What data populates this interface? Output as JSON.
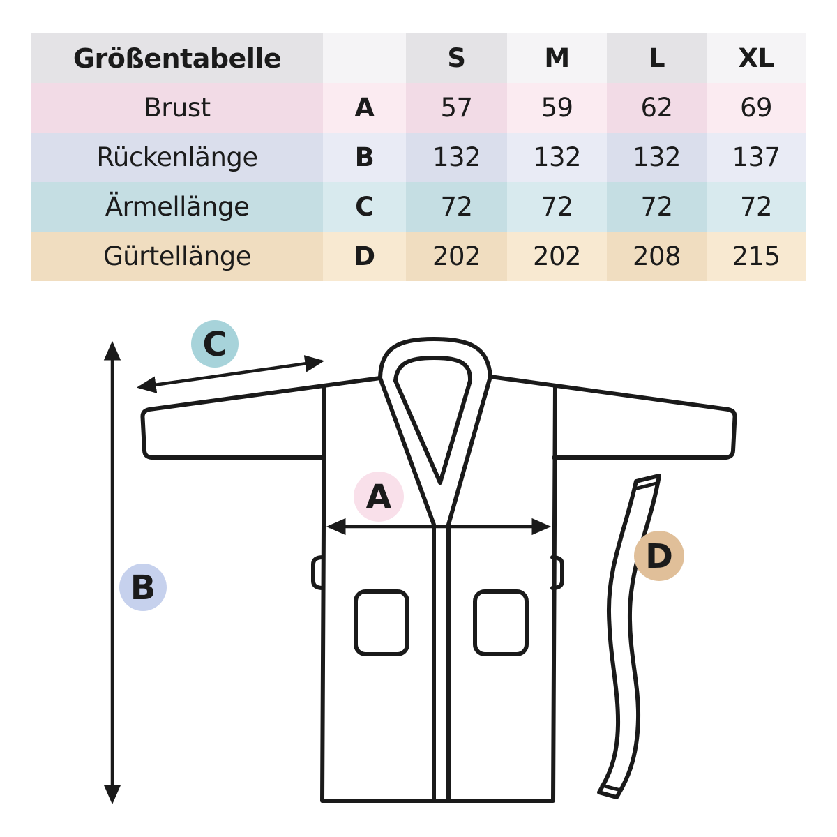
{
  "table": {
    "title": "Größentabelle",
    "sizes": [
      "S",
      "M",
      "L",
      "XL"
    ],
    "header_color_dark": "#e4e3e6",
    "header_color_light": "#f5f4f6",
    "rows": [
      {
        "label": "Brust",
        "letter": "A",
        "values": [
          "57",
          "59",
          "62",
          "69"
        ],
        "color_dark": "#f2dbe6",
        "color_light": "#fbebf1"
      },
      {
        "label": "Rückenlänge",
        "letter": "B",
        "values": [
          "132",
          "132",
          "132",
          "137"
        ],
        "color_dark": "#dadeec",
        "color_light": "#e9ebf5"
      },
      {
        "label": "Ärmellänge",
        "letter": "C",
        "values": [
          "72",
          "72",
          "72",
          "72"
        ],
        "color_dark": "#c5dee3",
        "color_light": "#d8eaee"
      },
      {
        "label": "Gürtellänge",
        "letter": "D",
        "values": [
          "202",
          "202",
          "208",
          "215"
        ],
        "color_dark": "#f0ddc0",
        "color_light": "#f8e9d1"
      }
    ]
  },
  "diagram": {
    "line_color": "#1a1a1a",
    "labels": {
      "A": {
        "text": "A",
        "color": "#f9e0ea"
      },
      "B": {
        "text": "B",
        "color": "#c6d1ed"
      },
      "C": {
        "text": "C",
        "color": "#a7d3da"
      },
      "D": {
        "text": "D",
        "color": "#e0bf99"
      }
    }
  }
}
